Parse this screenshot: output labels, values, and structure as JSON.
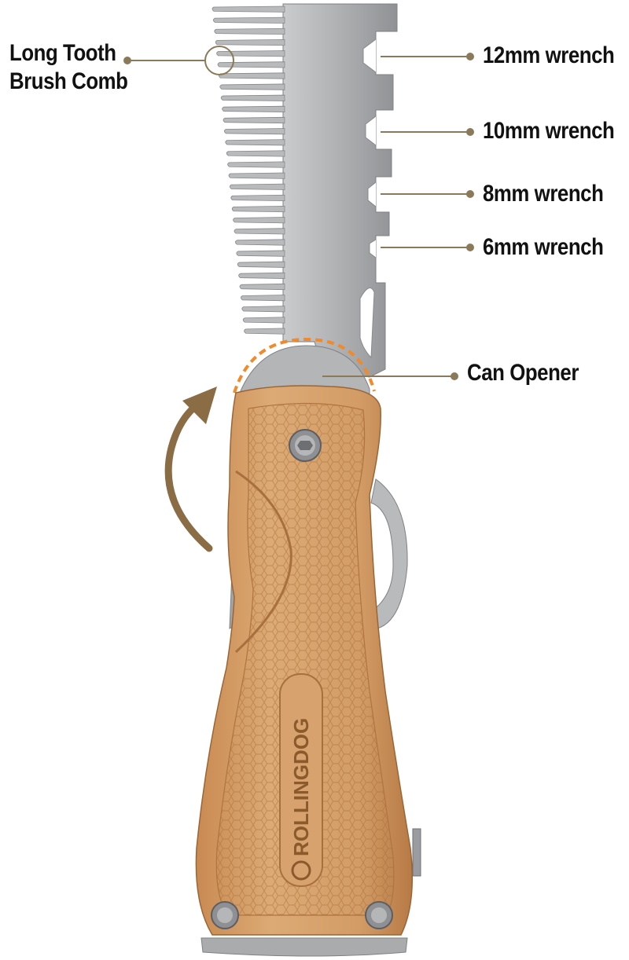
{
  "callouts": {
    "comb": {
      "line1": "Long Tooth",
      "line2": "Brush Comb"
    },
    "wrench_12": "12mm wrench",
    "wrench_10": "10mm wrench",
    "wrench_8": "8mm wrench",
    "wrench_6": "6mm wrench",
    "can_opener": "Can Opener"
  },
  "brand": {
    "logo_text": "ROLLINGDOG"
  },
  "colors": {
    "leader_line": "#8a7a5a",
    "arrow": "#8b6d45",
    "dashed_highlight": "#f08a2a",
    "steel": "#a9abad",
    "wood": "#d29a63",
    "wood_dark": "#b07440"
  }
}
